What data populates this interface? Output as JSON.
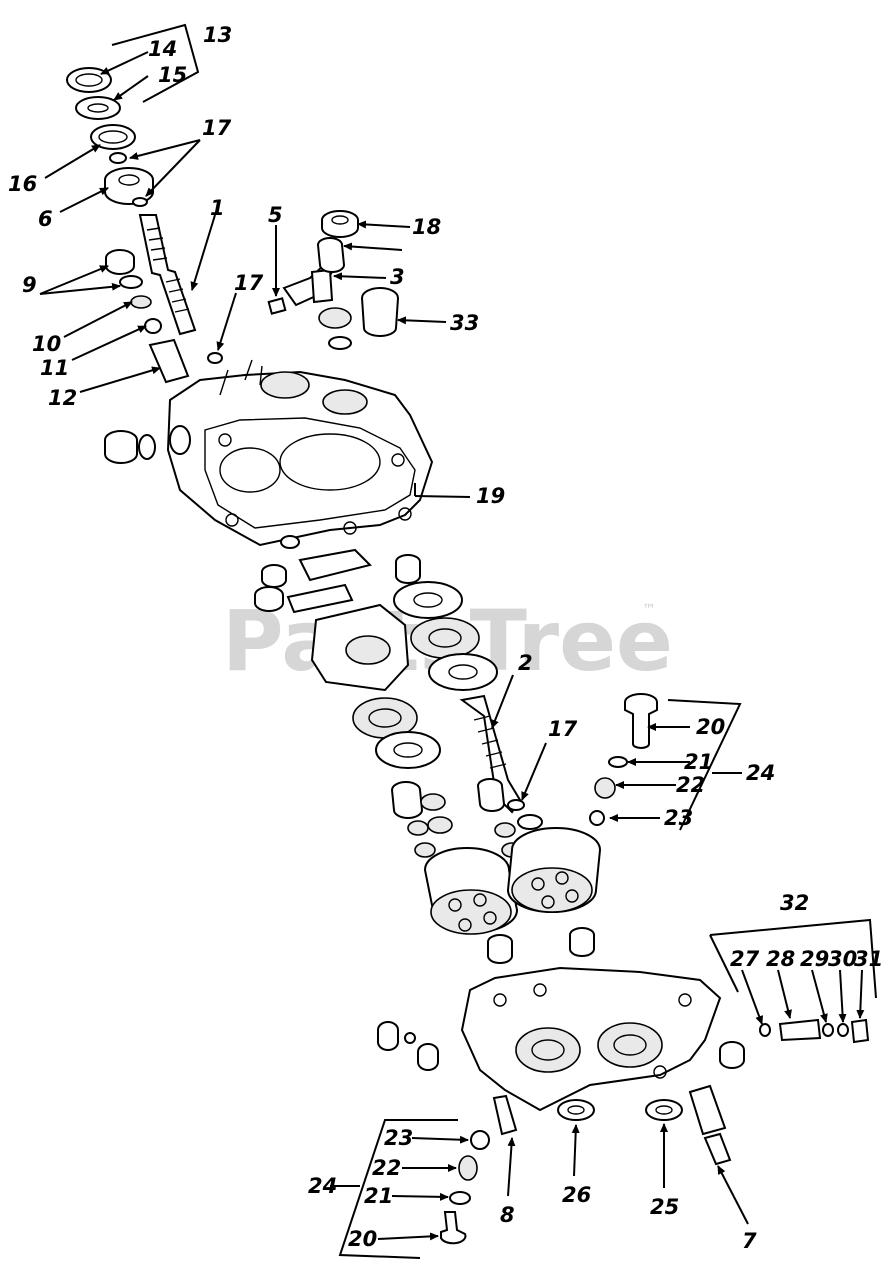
{
  "watermark": {
    "text": "PartsTree",
    "trademark": "™"
  },
  "callouts": [
    {
      "id": "c13",
      "text": "13"
    },
    {
      "id": "c14",
      "text": "14"
    },
    {
      "id": "c15",
      "text": "15"
    },
    {
      "id": "c16",
      "text": "16"
    },
    {
      "id": "c17a",
      "text": "17"
    },
    {
      "id": "c6",
      "text": "6"
    },
    {
      "id": "c1",
      "text": "1"
    },
    {
      "id": "c5",
      "text": "5"
    },
    {
      "id": "c18",
      "text": "18"
    },
    {
      "id": "c3",
      "text": "3"
    },
    {
      "id": "c9",
      "text": "9"
    },
    {
      "id": "c17b",
      "text": "17"
    },
    {
      "id": "c33",
      "text": "33"
    },
    {
      "id": "c10",
      "text": "10"
    },
    {
      "id": "c11",
      "text": "11"
    },
    {
      "id": "c12",
      "text": "12"
    },
    {
      "id": "c19",
      "text": "19"
    },
    {
      "id": "c2",
      "text": "2"
    },
    {
      "id": "c20a",
      "text": "20"
    },
    {
      "id": "c17c",
      "text": "17"
    },
    {
      "id": "c21a",
      "text": "21"
    },
    {
      "id": "c22a",
      "text": "22"
    },
    {
      "id": "c24a",
      "text": "24"
    },
    {
      "id": "c23a",
      "text": "23"
    },
    {
      "id": "c32",
      "text": "32"
    },
    {
      "id": "c27",
      "text": "27"
    },
    {
      "id": "c28",
      "text": "28"
    },
    {
      "id": "c29",
      "text": "29"
    },
    {
      "id": "c30",
      "text": "30"
    },
    {
      "id": "c31",
      "text": "31"
    },
    {
      "id": "c23b",
      "text": "23"
    },
    {
      "id": "c22b",
      "text": "22"
    },
    {
      "id": "c24b",
      "text": "24"
    },
    {
      "id": "c21b",
      "text": "21"
    },
    {
      "id": "c8",
      "text": "8"
    },
    {
      "id": "c26",
      "text": "26"
    },
    {
      "id": "c25",
      "text": "25"
    },
    {
      "id": "c7",
      "text": "7"
    },
    {
      "id": "c20b",
      "text": "20"
    }
  ]
}
